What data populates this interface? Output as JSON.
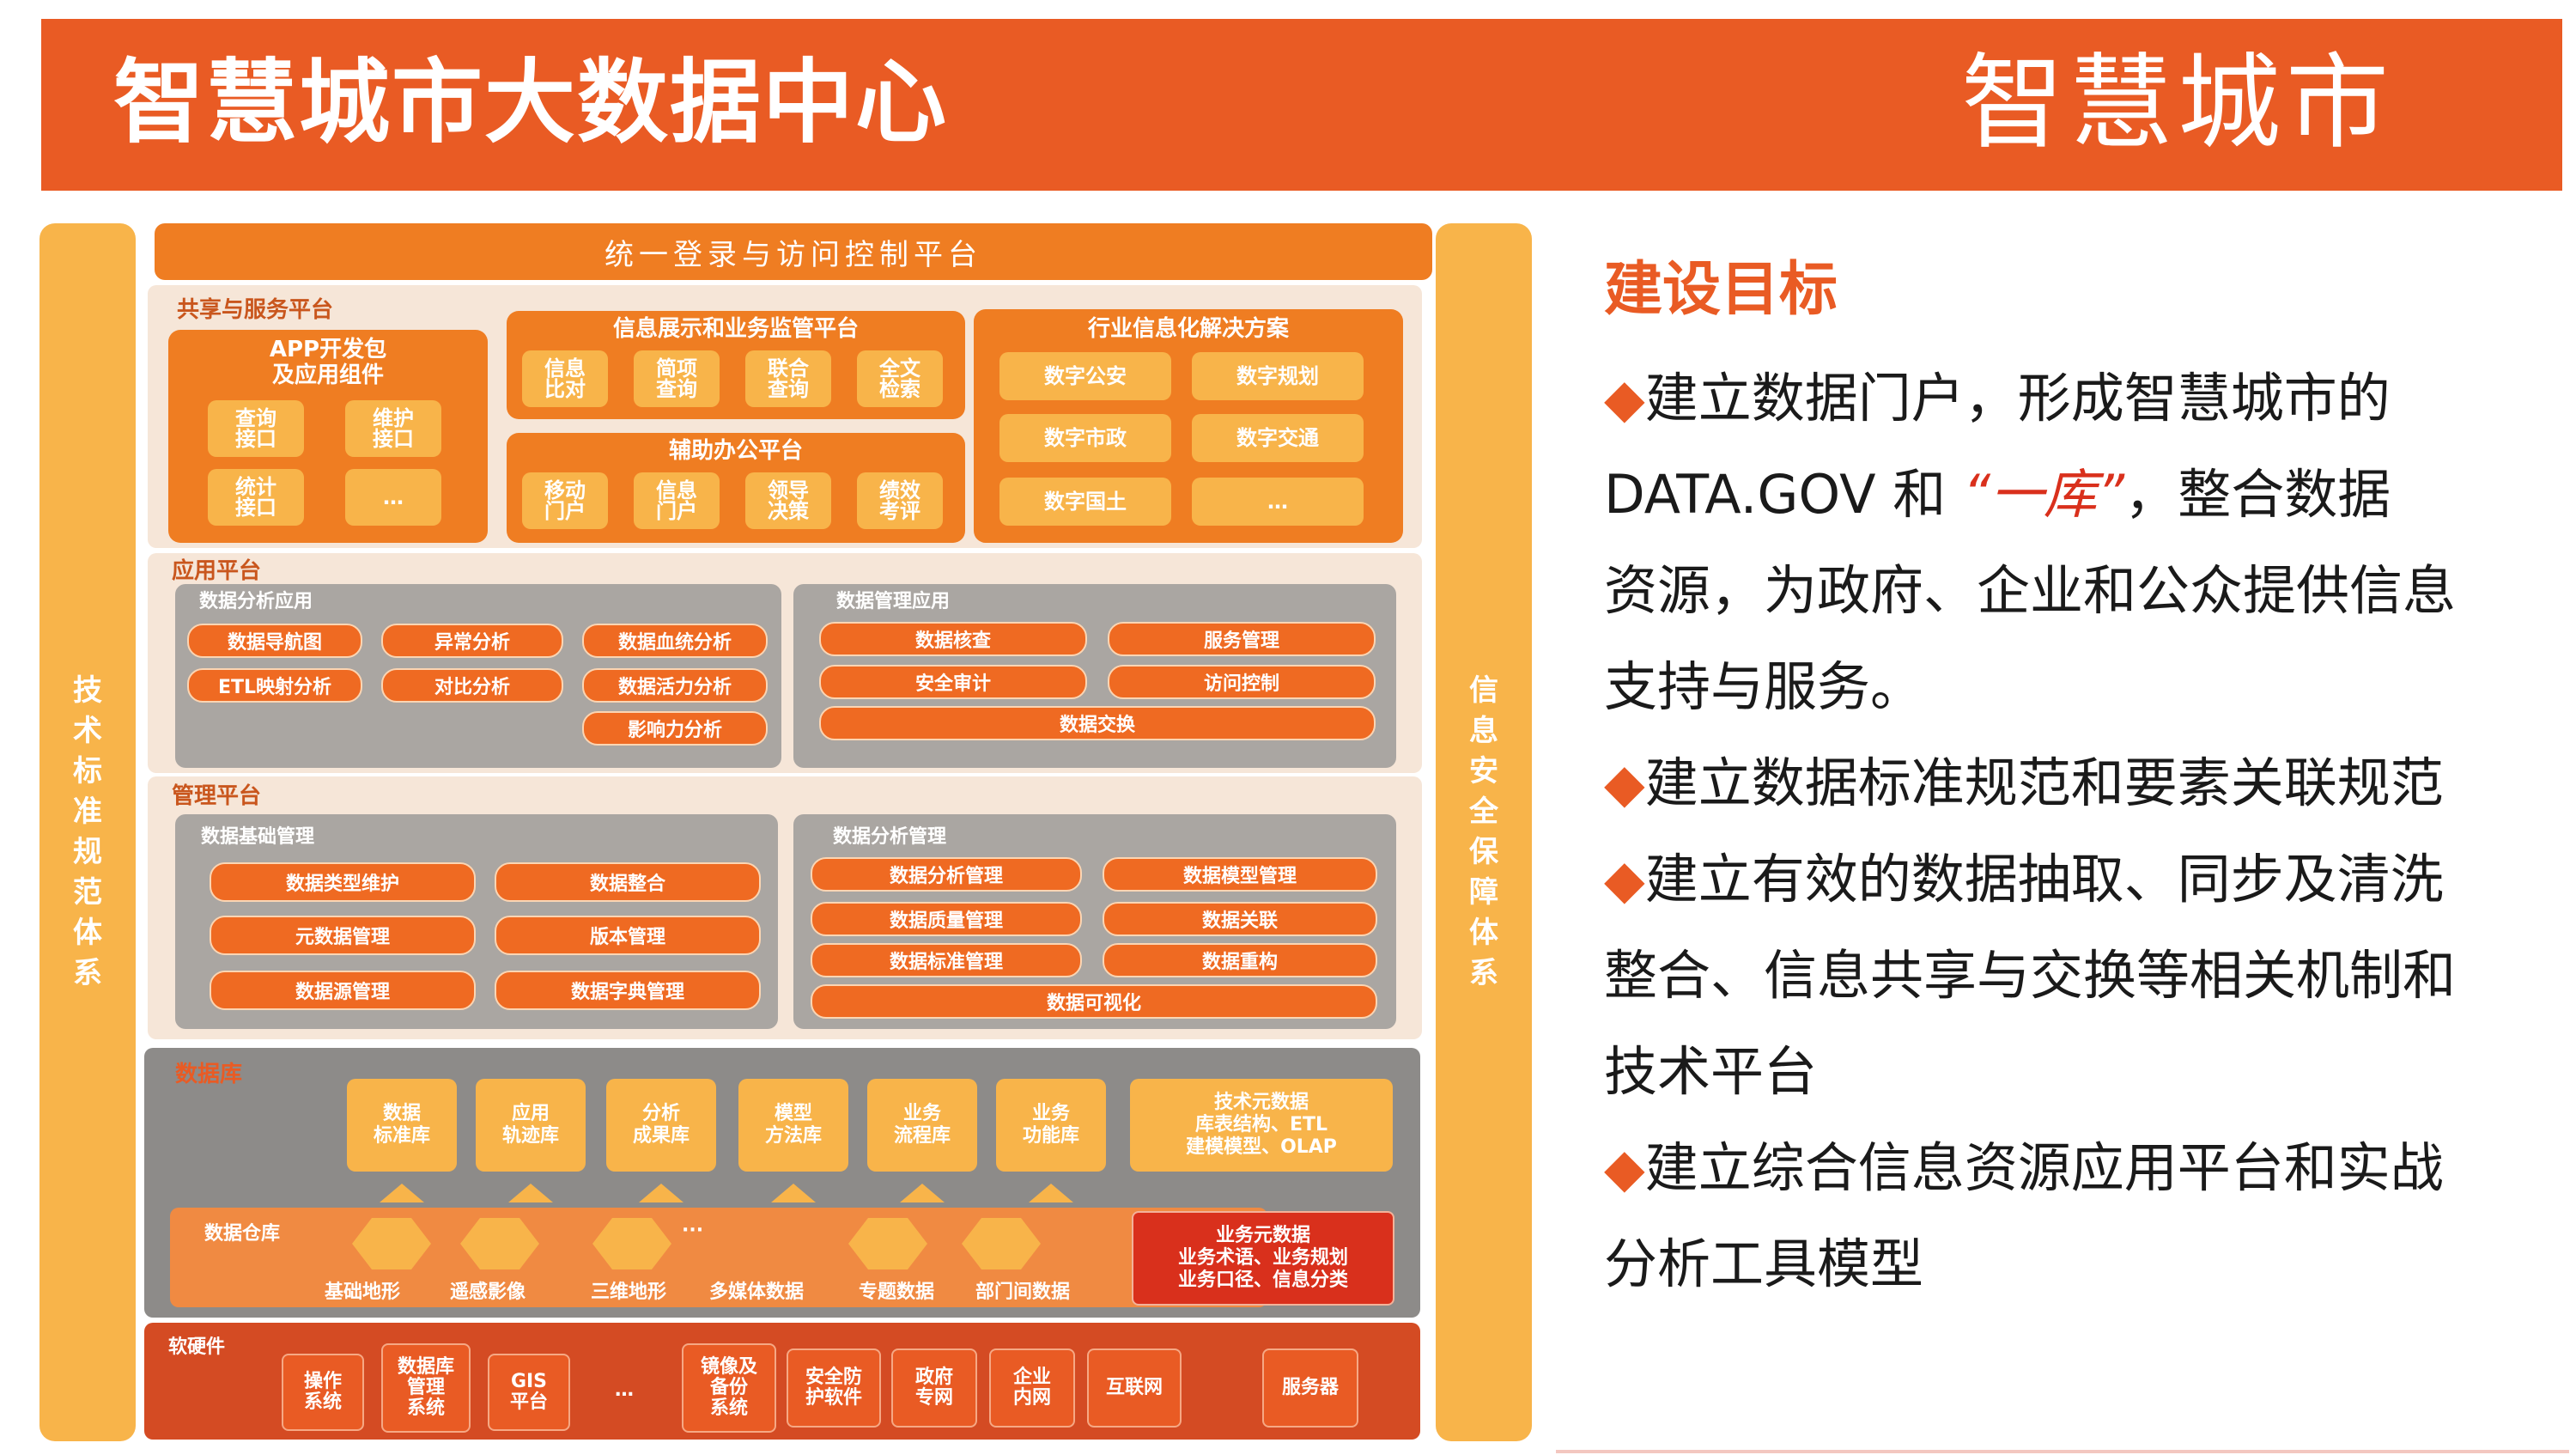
{
  "header": {
    "title": "智慧城市大数据中心",
    "right_title": "智慧城市"
  },
  "left_bar": [
    "技",
    "术",
    "标",
    "准",
    "规",
    "范",
    "体",
    "系"
  ],
  "right_bar": [
    "信",
    "息",
    "安",
    "全",
    "保",
    "障",
    "体",
    "系"
  ],
  "top_platform": "统一登录与访问控制平台",
  "share_platform": {
    "label": "共享与服务平台",
    "app_kit": {
      "title": "APP开发包\n及应用组件",
      "chips": [
        "查询\n接口",
        "维护\n接口",
        "统计\n接口",
        "…"
      ]
    },
    "info_display": {
      "title": "信息展示和业务监管平台",
      "chips": [
        "信息\n比对",
        "简项\n查询",
        "联合\n查询",
        "全文\n检索"
      ]
    },
    "office": {
      "title": "辅助办公平台",
      "chips": [
        "移动\n门户",
        "信息\n门户",
        "领导\n决策",
        "绩效\n考评"
      ]
    },
    "industry": {
      "title": "行业信息化解决方案",
      "chips": [
        "数字公安",
        "数字规划",
        "数字市政",
        "数字交通",
        "数字国土",
        "…"
      ]
    }
  },
  "app_platform": {
    "label": "应用平台",
    "analysis": {
      "title": "数据分析应用",
      "items": [
        "数据导航图",
        "异常分析",
        "数据血统分析",
        "ETL映射分析",
        "对比分析",
        "数据活力分析",
        "影响力分析"
      ]
    },
    "management": {
      "title": "数据管理应用",
      "items": [
        "数据核查",
        "服务管理",
        "安全审计",
        "访问控制",
        "数据交换"
      ]
    }
  },
  "mgmt_platform": {
    "label": "管理平台",
    "basic": {
      "title": "数据基础管理",
      "items": [
        "数据类型维护",
        "数据整合",
        "元数据管理",
        "版本管理",
        "数据源管理",
        "数据字典管理"
      ]
    },
    "analysis": {
      "title": "数据分析管理",
      "items": [
        "数据分析管理",
        "数据模型管理",
        "数据质量管理",
        "数据关联",
        "数据标准管理",
        "数据重构",
        "数据可视化"
      ]
    }
  },
  "database": {
    "label": "数据库",
    "libs": [
      "数据\n标准库",
      "应用\n轨迹库",
      "分析\n成果库",
      "模型\n方法库",
      "业务\n流程库",
      "业务\n功能库"
    ],
    "tech_meta": "技术元数据\n库表结构、ETL\n建模模型、OLAP",
    "warehouse_label": "数据仓库",
    "warehouse_dots": "···",
    "warehouse_items": [
      "基础地形",
      "遥感影像",
      "三维地形",
      "多媒体数据",
      "专题数据",
      "部门间数据"
    ],
    "biz_meta": "业务元数据\n业务术语、业务规划\n业务口径、信息分类"
  },
  "hardware": {
    "label": "软硬件",
    "items": [
      "操作\n系统",
      "数据库\n管理\n系统",
      "GIS\n平台",
      "…",
      "镜像及\n备份\n系统",
      "安全防\n护软件",
      "政府\n专网",
      "企业\n内网",
      "互联网",
      "服务器"
    ]
  },
  "goals": {
    "title": "建设目标",
    "bullet": "◆",
    "g1_a": "建立数据门户，形成智慧城市的",
    "g1_b": "DATA.GOV 和 ",
    "g1_quote": "“一库”",
    "g1_c": "，整合数据",
    "g1_d": "资源，为政府、企业和公众提供信息",
    "g1_e": "支持与服务。",
    "g2": "建立数据标准规范和要素关联规范",
    "g3_a": "建立有效的数据抽取、同步及清洗",
    "g3_b": "整合、信息共享与交换等相关机制和",
    "g3_c": "技术平台",
    "g4_a": "建立综合信息资源应用平台和实战",
    "g4_b": "分析工具模型"
  }
}
